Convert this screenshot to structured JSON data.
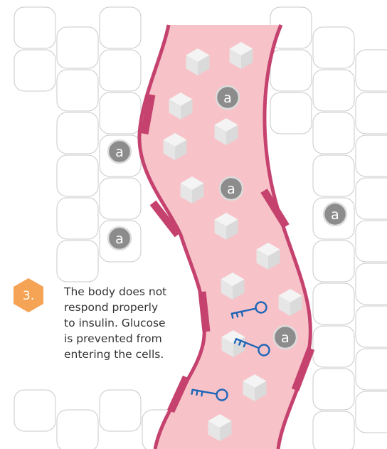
{
  "step": {
    "number": "3.",
    "caption_lines": [
      "The body does not",
      "respond properly",
      "to insulin. Glucose",
      "is prevented from",
      "entering the cells."
    ]
  },
  "insulin_label": "a",
  "icons": {
    "glucose": "glucose-cube-icon",
    "insulin": "insulin-marker-icon",
    "receptor": "receptor-key-icon"
  },
  "colors": {
    "vessel_fill": "#f7c3c8",
    "vessel_wall": "#c5426f",
    "step_badge": "#f5a355",
    "insulin": "#8c8c8c",
    "receptor": "#1f66b8",
    "glucose": "#e6e6e6"
  }
}
